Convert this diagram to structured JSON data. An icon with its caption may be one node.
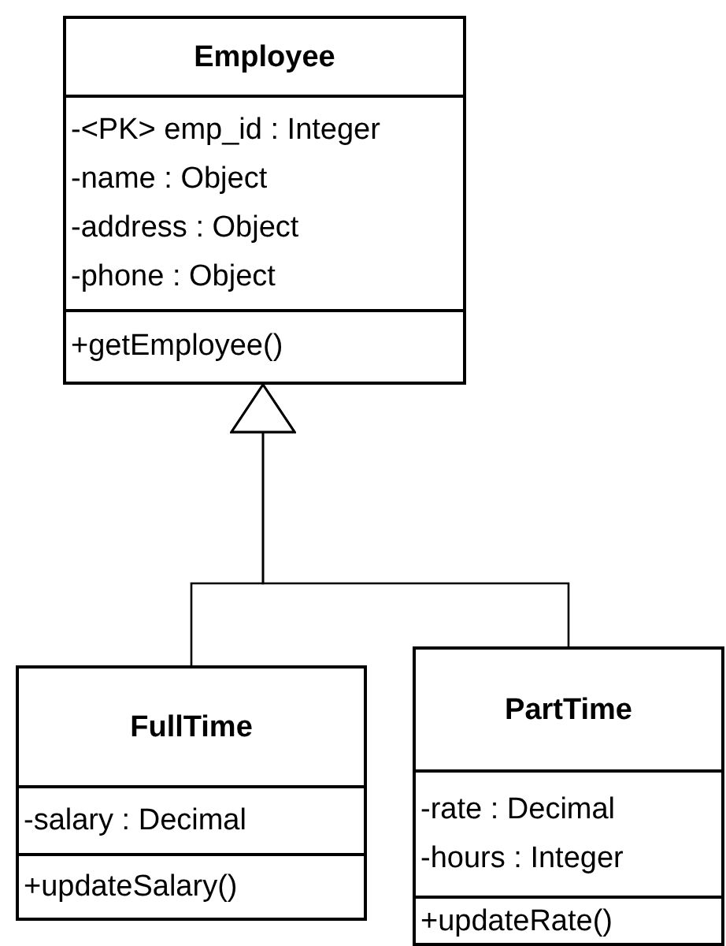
{
  "diagram": {
    "nodes": [
      {
        "text": [
          "Employee",
          "-<PK> emp_id : Integer",
          "-name : Object",
          "-address : Object",
          "-phone : Object",
          "+getEmployee()"
        ]
      },
      {
        "text": [
          "FullTime",
          "-salary : Decimal",
          "+updateSalary()"
        ]
      },
      {
        "text": [
          "PartTime",
          "-rate : Decimal",
          "-hours : Integer",
          "+updateRate()"
        ]
      }
    ],
    "edges": [
      {
        "from": 1,
        "to": 0,
        "arrow": "to"
      },
      {
        "from": 2,
        "to": 0,
        "arrow": "to"
      }
    ]
  }
}
